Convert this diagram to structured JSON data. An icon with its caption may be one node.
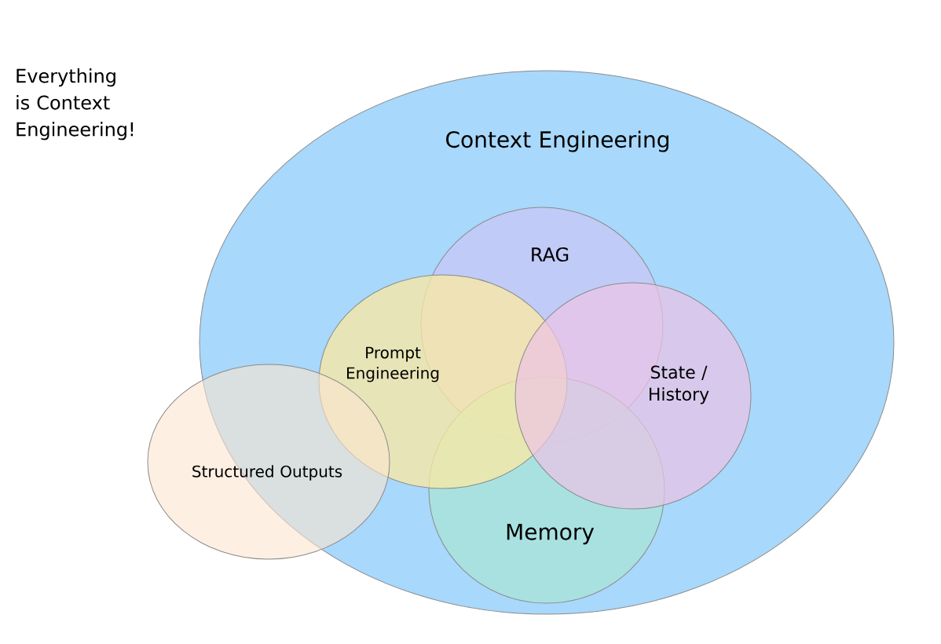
{
  "diagram": {
    "nodes": [
      {
        "text": [
          "Context Engineering"
        ]
      },
      {
        "text": [
          "RAG"
        ],
        "in": 0
      },
      {
        "text": [
          "Prompt Engineering"
        ],
        "in": 0
      },
      {
        "text": [
          "State / History"
        ],
        "in": 0
      },
      {
        "text": [
          "Memory"
        ],
        "in": 0
      },
      {
        "text": [
          "Structured Outputs"
        ]
      }
    ],
    "labels": [
      "Everything is Context Engineering!"
    ]
  }
}
